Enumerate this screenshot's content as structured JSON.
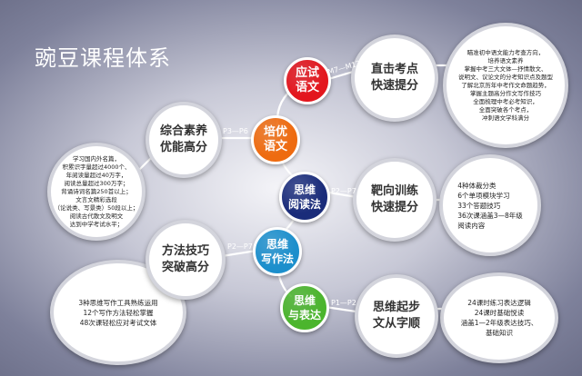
{
  "title": "豌豆课程体系",
  "colors": {
    "yingshi": "#e3161d",
    "peiyou": "#ee6b10",
    "yuedu": "#1a2c7a",
    "xiezuo": "#1c8fcc",
    "biaoda": "#4bb52d"
  },
  "badges": {
    "yingshi": "应试\n语文",
    "peiyou": "培优\n语文",
    "yuedu": "思维\n阅读法",
    "xiezuo": "思维\n写作法",
    "biaoda": "思维\n与表达"
  },
  "codes": {
    "m7_m12": "M7—M12",
    "p3_p6": "P3—P6",
    "p2_p7_reading": "P2—P7",
    "p2_p7_writing": "P2—P7",
    "p1_p2": "P1—P2"
  },
  "courses": {
    "zhiji": "直击考点\n快速提分",
    "zonghe": "综合素养\n优能高分",
    "baxiang": "靶向训练\n快速提分",
    "fangfa": "方法技巧\n突破高分",
    "siwei": "思维起步\n文从字顺"
  },
  "details": {
    "zhiji": "瞄准初中语文能力考查方向，\n培养语文素养\n掌握中考三大文体—抒情散文、\n说明文、议论文的分考知识点及题型\n了解北京历年中考作文命题趋势，\n掌握主题高分作文写作技巧\n全面梳理中考必考知识，\n全面突破各个考点，\n冲刺语文学科满分",
    "zonghe": "学习国内外名篇，\n积累识字量超过4000个、\n年阅读量超过40万字，\n阅读总量超过300万字；\n背诵诗词名篇250首以上；\n文言文精彩选段\n（论说类、写景类）50段以上；\n阅读古代散文及明文\n达到中学考试水平；",
    "baxiang": "4种体裁分类\n6个单项模块学习\n33个答题技巧\n36次课涵盖3—8年级\n阅读内容",
    "fangfa": "3种思维写作工具熟练运用\n12个写作方法轻松掌握\n48次课轻松应对考试文体",
    "siwei": "24课时练习表达逻辑\n24课时基础悦读\n涵盖1—2年级表达技巧、\n基础知识"
  }
}
